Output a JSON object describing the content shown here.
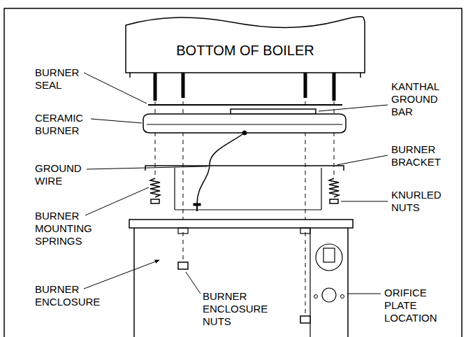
{
  "diagram": {
    "nodes": [
      {
        "text": [
          "BOTTOM OF BOILER"
        ]
      }
    ],
    "labels": [
      "BURNER SEAL",
      "KANTHAL GROUND BAR",
      "CERAMIC BURNER",
      "BURNER BRACKET",
      "GROUND WIRE",
      "KNURLED NUTS",
      "BURNER MOUNTING SPRINGS",
      "BURNER ENCLOSURE",
      "BURNER ENCLOSURE NUTS",
      "ORIFICE PLATE LOCATION"
    ]
  }
}
